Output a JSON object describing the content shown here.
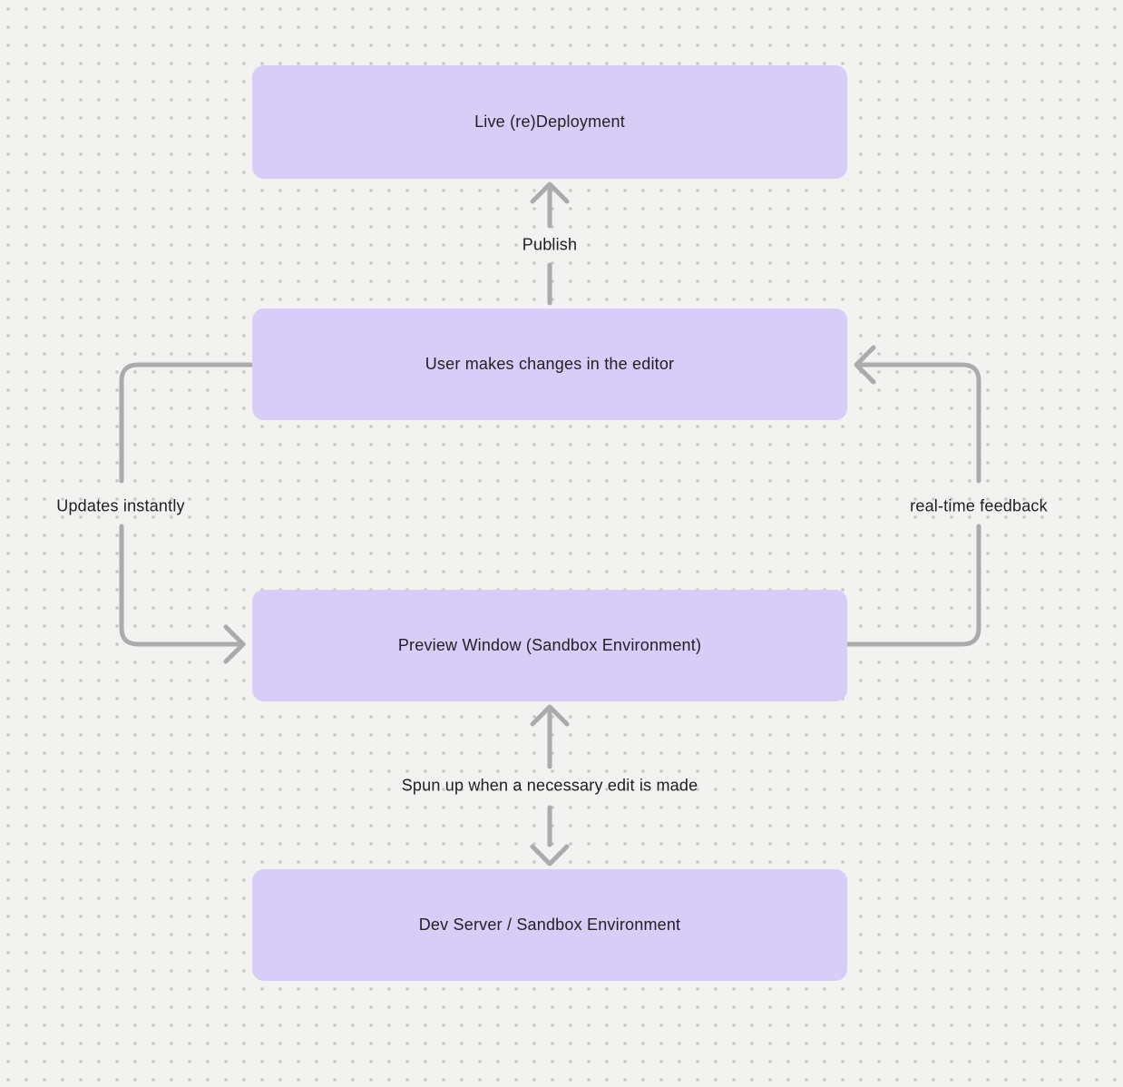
{
  "diagram": {
    "type": "flowchart",
    "nodes": [
      {
        "id": "live-redeployment",
        "label": "Live (re)Deployment"
      },
      {
        "id": "user-editor",
        "label": "User makes changes in the editor"
      },
      {
        "id": "preview-window",
        "label": "Preview Window (Sandbox Environment)"
      },
      {
        "id": "dev-server",
        "label": "Dev Server / Sandbox Environment"
      }
    ],
    "edges": [
      {
        "id": "publish",
        "label": "Publish",
        "from": "user-editor",
        "to": "live-redeployment",
        "direction": "up"
      },
      {
        "id": "updates-instantly",
        "label": "Updates instantly",
        "from": "user-editor",
        "to": "preview-window",
        "direction": "left-loop-down"
      },
      {
        "id": "real-time-feedback",
        "label": "real-time feedback",
        "from": "preview-window",
        "to": "user-editor",
        "direction": "right-loop-up"
      },
      {
        "id": "spun-up",
        "label": "Spun up when a necessary edit is made",
        "from": "preview-window",
        "to": "dev-server",
        "direction": "bidirectional"
      }
    ],
    "colors": {
      "node_fill": "#d8cdf6",
      "node_text": "#232127",
      "connector": "#ababab",
      "edge_label_text": "#1e1e1e",
      "background": "#f2f2f1",
      "grid_dot": "#c9c7c6"
    }
  }
}
